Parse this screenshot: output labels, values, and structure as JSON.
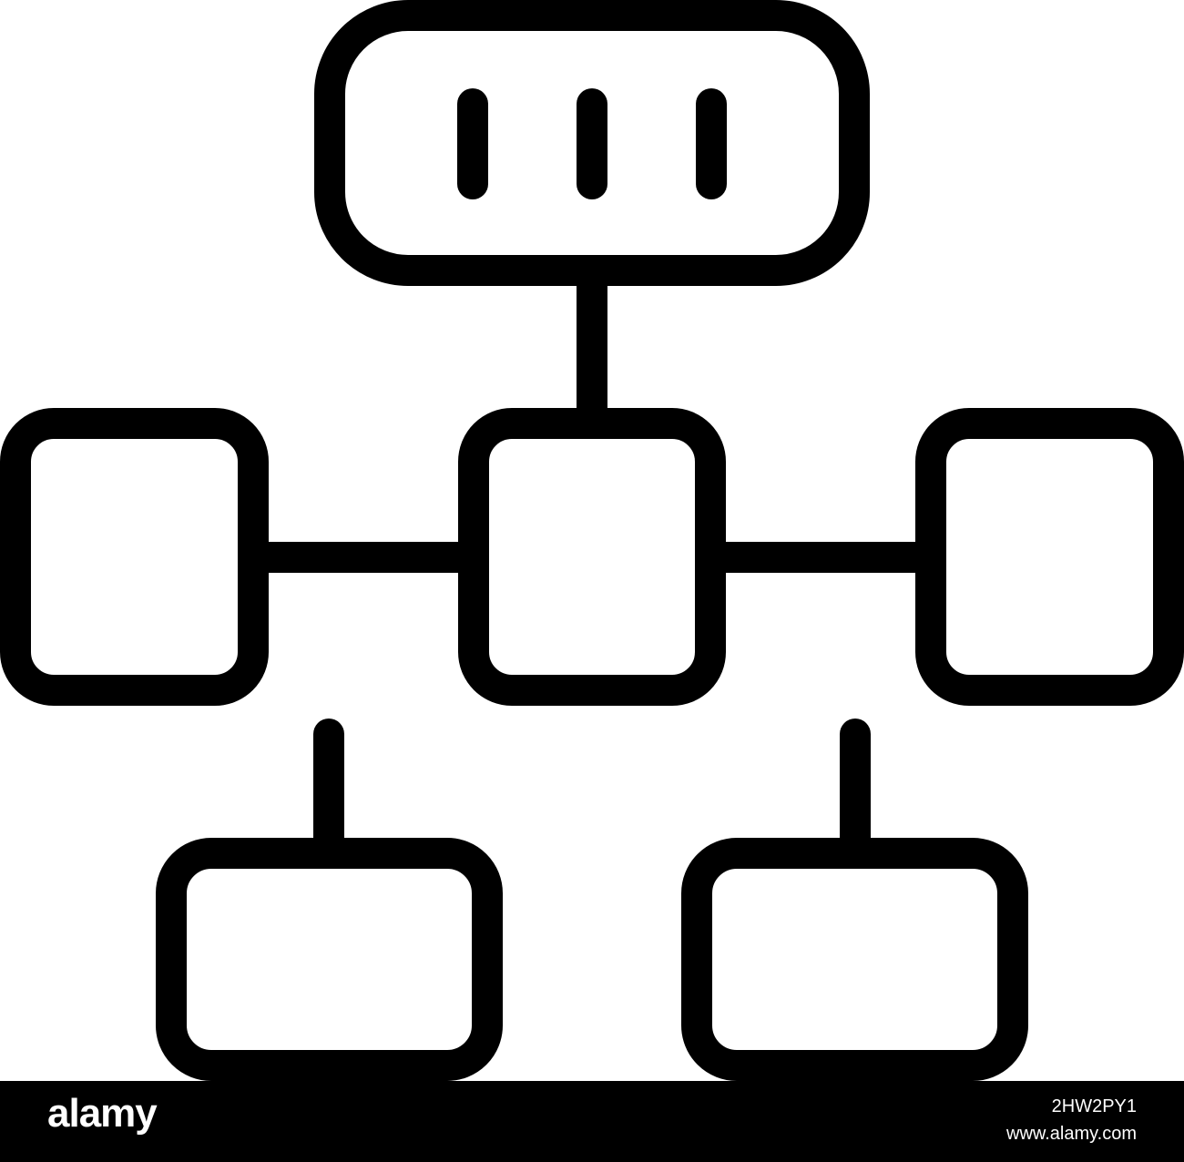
{
  "diagram": {
    "stroke_color": "#000000",
    "background_color": "#ffffff",
    "nodes": [
      {
        "id": "root",
        "shape": "rounded-rect",
        "tick_marks": 3
      },
      {
        "id": "left",
        "shape": "rounded-rect"
      },
      {
        "id": "center",
        "shape": "rounded-rect"
      },
      {
        "id": "right",
        "shape": "rounded-rect"
      },
      {
        "id": "bottom-left",
        "shape": "rounded-rect"
      },
      {
        "id": "bottom-right",
        "shape": "rounded-rect"
      }
    ],
    "edges": [
      {
        "from": "root",
        "to": "center"
      },
      {
        "from": "left",
        "to": "center"
      },
      {
        "from": "center",
        "to": "right"
      }
    ],
    "stub_lines": [
      "bottom-left",
      "bottom-right"
    ]
  },
  "footer": {
    "brand": "alamy",
    "image_id": "2HW2PY1",
    "site": "www.alamy.com",
    "background_color": "#000000",
    "text_color": "#ffffff"
  }
}
